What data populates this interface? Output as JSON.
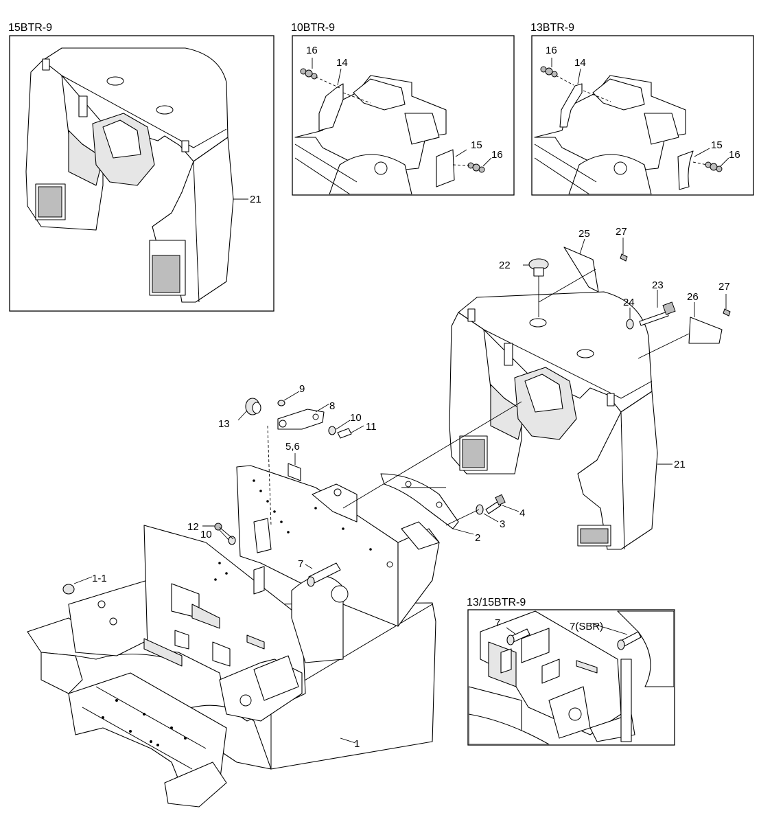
{
  "views": {
    "v15": "15BTR-9",
    "v10": "10BTR-9",
    "v13": "13BTR-9",
    "v1315": "13/15BTR-9"
  },
  "callouts": {
    "p1": "1",
    "p1_1": "1-1",
    "p2": "2",
    "p3": "3",
    "p4": "4",
    "p5_6": "5,6",
    "p7": "7",
    "p7_inset": "7",
    "p7_sbr": "7(SBR)",
    "p8": "8",
    "p9": "9",
    "p10a": "10",
    "p10b": "10",
    "p11": "11",
    "p12": "12",
    "p13": "13",
    "p21_main": "21",
    "p21_inset": "21",
    "p22": "22",
    "p23": "23",
    "p24": "24",
    "p25": "25",
    "p26": "26",
    "p27a": "27",
    "p27b": "27",
    "i10_14": "14",
    "i10_15": "15",
    "i10_16a": "16",
    "i10_16b": "16",
    "i13_14": "14",
    "i13_15": "15",
    "i13_16a": "16",
    "i13_16b": "16"
  }
}
